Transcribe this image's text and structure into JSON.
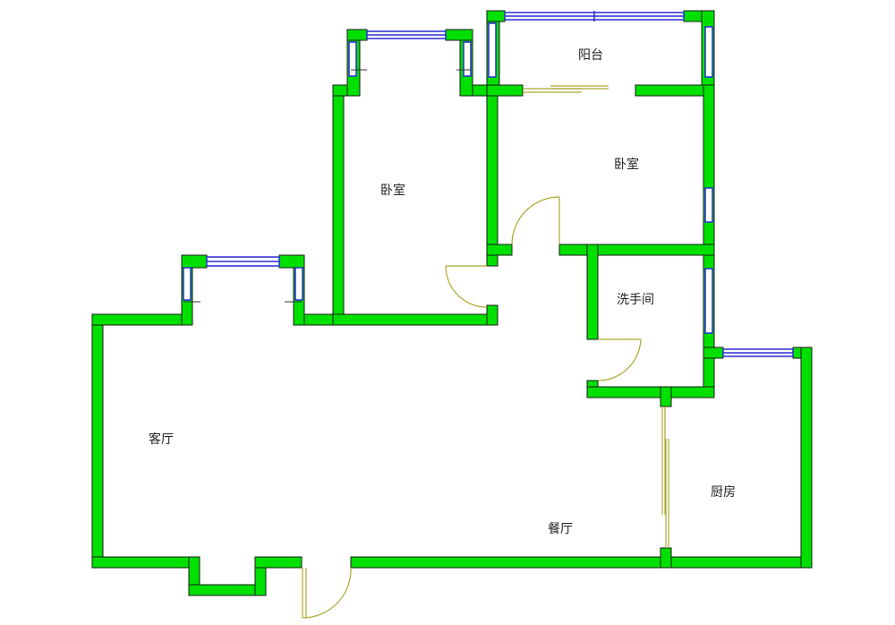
{
  "rooms": {
    "balcony": "阳台",
    "bedroom_master": "卧室",
    "bedroom_second": "卧室",
    "washroom": "洗手间",
    "living_room": "客厅",
    "dining_room": "餐厅",
    "kitchen": "厨房"
  },
  "colors": {
    "wall": "#00e000",
    "wall_outline": "#1a1a1a",
    "window": "#2b2bd6",
    "door": "#a8a830"
  }
}
